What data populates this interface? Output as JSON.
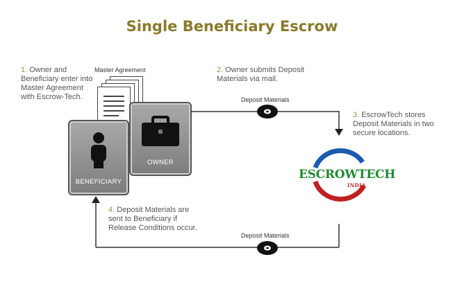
{
  "title": "Single Beneficiary Escrow",
  "steps": [
    {
      "num": "1.",
      "text": "Owner and Beneficiary enter into Master Agreement with Escrow-Tech."
    },
    {
      "num": "2.",
      "text": "Owner submits Deposit Materials via mail."
    },
    {
      "num": "3.",
      "text": "EscrowTech stores Deposit Materials in two secure locations."
    },
    {
      "num": "4.",
      "text": "Deposit Materials are sent to Beneficiary if Release Conditions occur."
    }
  ],
  "labels": {
    "master_agreement": "Master Agreement",
    "owner": "OWNER",
    "beneficiary": "BENEFICIARY",
    "deposit_top": "Deposit Materials",
    "deposit_bottom": "Deposit Materials"
  },
  "logo": {
    "name": "ESCROWTECH",
    "sub": "INDIA"
  },
  "colors": {
    "title": "#8a7a2a",
    "step_number": "#b08a3a",
    "logo_green": "#1e8b2e",
    "logo_blue": "#1a5bb0",
    "logo_red": "#c02020"
  },
  "icons": [
    "document-stack-icon",
    "briefcase-icon",
    "person-icon",
    "disc-icon",
    "arrow-icon"
  ]
}
